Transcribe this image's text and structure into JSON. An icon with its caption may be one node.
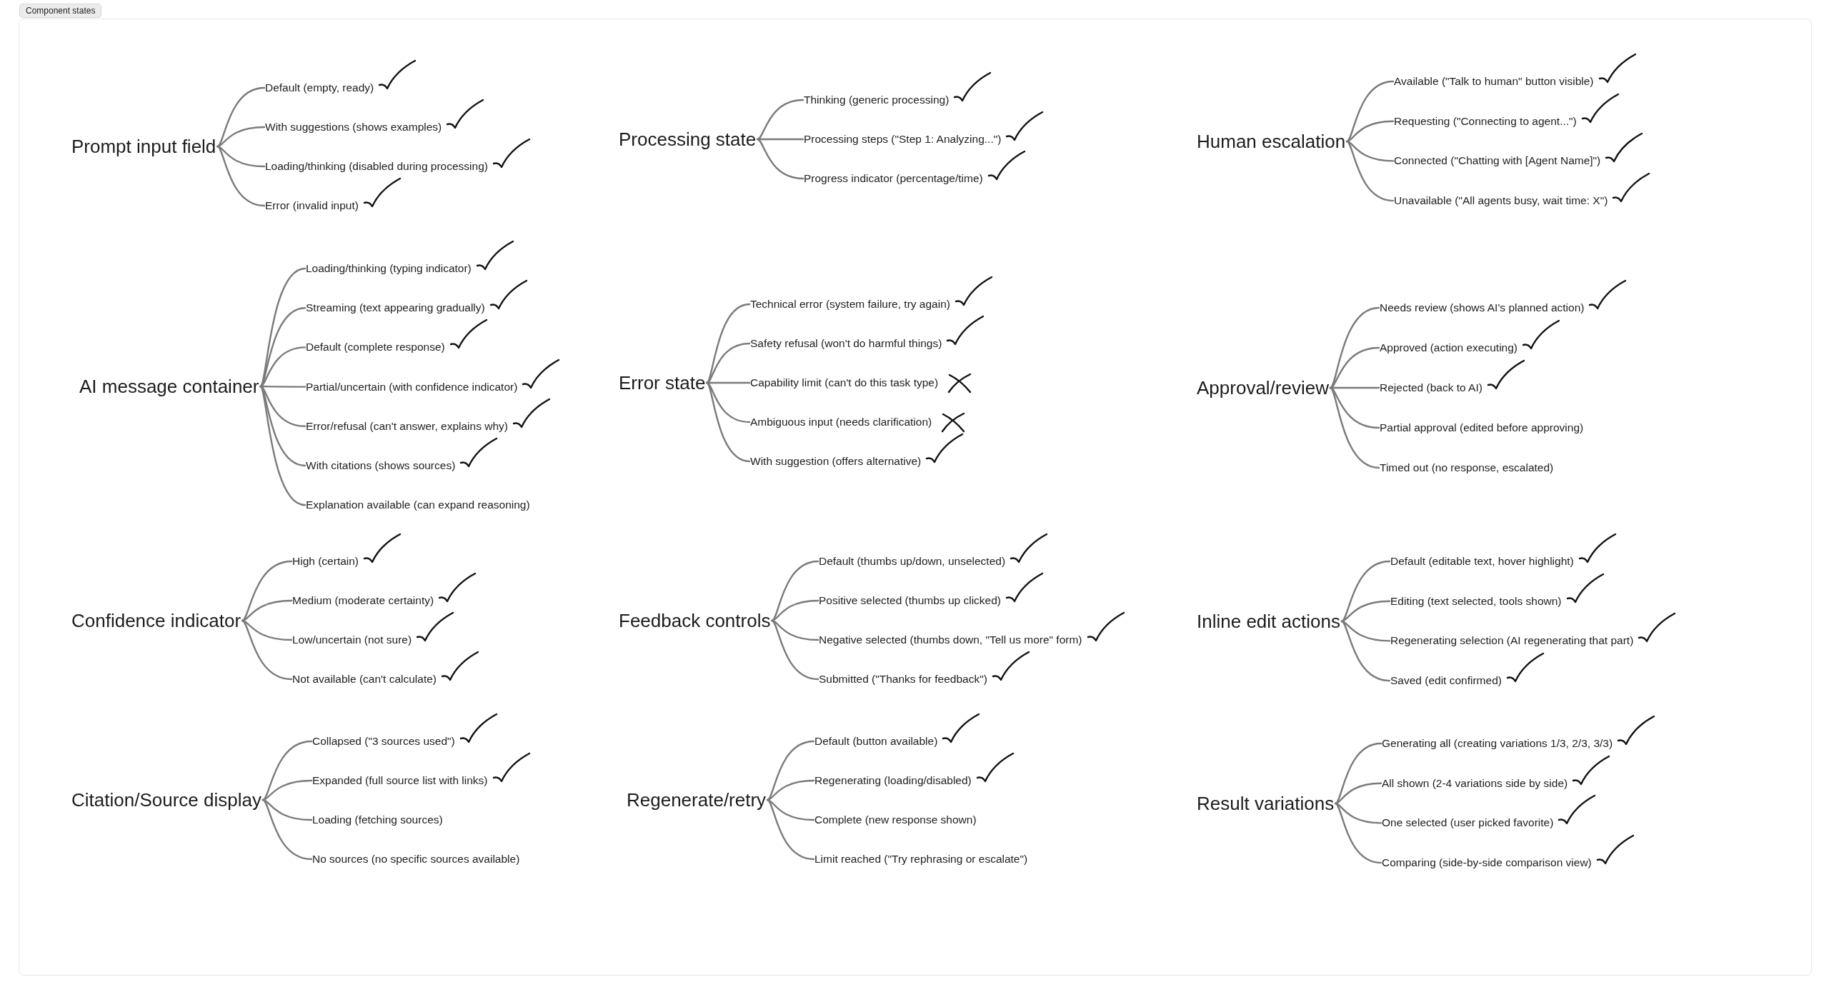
{
  "diagram": {
    "title": "Component states",
    "nodes": [
      {
        "text": [
          "Prompt input field"
        ]
      },
      {
        "text": [
          "Default (empty, ready)"
        ]
      },
      {
        "text": [
          "With suggestions (shows examples)"
        ]
      },
      {
        "text": [
          "Loading/thinking (disabled during processing)"
        ]
      },
      {
        "text": [
          "Error (invalid input)"
        ]
      },
      {
        "text": [
          "Processing state"
        ]
      },
      {
        "text": [
          "Thinking (generic processing)"
        ]
      },
      {
        "text": [
          "Processing steps (\"Step 1: Analyzing...\")"
        ]
      },
      {
        "text": [
          "Progress indicator (percentage/time)"
        ]
      },
      {
        "text": [
          "Human escalation"
        ]
      },
      {
        "text": [
          "Available (\"Talk to human\" button visible)"
        ]
      },
      {
        "text": [
          "Requesting (\"Connecting to agent...\")"
        ]
      },
      {
        "text": [
          "Connected (\"Chatting with [Agent Name]\")"
        ]
      },
      {
        "text": [
          "Unavailable (\"All agents busy, wait time: X\")"
        ]
      },
      {
        "text": [
          "AI message container"
        ]
      },
      {
        "text": [
          "Loading/thinking (typing indicator)"
        ]
      },
      {
        "text": [
          "Streaming (text appearing gradually)"
        ]
      },
      {
        "text": [
          "Default (complete response)"
        ]
      },
      {
        "text": [
          "Partial/uncertain (with confidence indicator)"
        ]
      },
      {
        "text": [
          "Error/refusal (can't answer, explains why)"
        ]
      },
      {
        "text": [
          "With citations (shows sources)"
        ]
      },
      {
        "text": [
          "Explanation available (can expand reasoning)"
        ]
      },
      {
        "text": [
          "Error state"
        ]
      },
      {
        "text": [
          "Technical error (system failure, try again)"
        ]
      },
      {
        "text": [
          "Safety refusal (won't do harmful things)"
        ]
      },
      {
        "text": [
          "Capability limit (can't do this task type)"
        ]
      },
      {
        "text": [
          "Ambiguous input (needs clarification)"
        ]
      },
      {
        "text": [
          "With suggestion (offers alternative)"
        ]
      },
      {
        "text": [
          "Approval/review"
        ]
      },
      {
        "text": [
          "Needs review (shows AI's planned action)"
        ]
      },
      {
        "text": [
          "Approved (action executing)"
        ]
      },
      {
        "text": [
          "Rejected (back to AI)"
        ]
      },
      {
        "text": [
          "Partial approval (edited before approving)"
        ]
      },
      {
        "text": [
          "Timed out (no response, escalated)"
        ]
      },
      {
        "text": [
          "Confidence indicator"
        ]
      },
      {
        "text": [
          "High (certain)"
        ]
      },
      {
        "text": [
          "Medium (moderate certainty)"
        ]
      },
      {
        "text": [
          "Low/uncertain (not sure)"
        ]
      },
      {
        "text": [
          "Not available (can't calculate)"
        ]
      },
      {
        "text": [
          "Feedback controls"
        ]
      },
      {
        "text": [
          "Default (thumbs up/down, unselected)"
        ]
      },
      {
        "text": [
          "Positive selected (thumbs up clicked)"
        ]
      },
      {
        "text": [
          "Negative selected (thumbs down, \"Tell us more\" form)"
        ]
      },
      {
        "text": [
          "Submitted (\"Thanks for feedback\")"
        ]
      },
      {
        "text": [
          "Inline edit actions"
        ]
      },
      {
        "text": [
          "Default (editable text, hover highlight)"
        ]
      },
      {
        "text": [
          "Editing (text selected, tools shown)"
        ]
      },
      {
        "text": [
          "Regenerating selection (AI regenerating that part)"
        ]
      },
      {
        "text": [
          "Saved (edit confirmed)"
        ]
      },
      {
        "text": [
          "Citation/Source display"
        ]
      },
      {
        "text": [
          "Collapsed (\"3 sources used\")"
        ]
      },
      {
        "text": [
          "Expanded (full source list with links)"
        ]
      },
      {
        "text": [
          "Loading (fetching sources)"
        ]
      },
      {
        "text": [
          "No sources (no specific sources available)"
        ]
      },
      {
        "text": [
          "Regenerate/retry"
        ]
      },
      {
        "text": [
          "Default (button available)"
        ]
      },
      {
        "text": [
          "Regenerating (loading/disabled)"
        ]
      },
      {
        "text": [
          "Complete (new response shown)"
        ]
      },
      {
        "text": [
          "Limit reached (\"Try rephrasing or escalate\")"
        ]
      },
      {
        "text": [
          "Result variations"
        ]
      },
      {
        "text": [
          "Generating all (creating variations 1/3, 2/3, 3/3)"
        ]
      },
      {
        "text": [
          "All shown (2-4 variations side by side)"
        ]
      },
      {
        "text": [
          "One selected (user picked favorite)"
        ]
      },
      {
        "text": [
          "Comparing (side-by-side comparison view)"
        ]
      }
    ],
    "edges": [
      {
        "from": 0,
        "to": 1,
        "arrow": "none"
      },
      {
        "from": 0,
        "to": 2,
        "arrow": "none"
      },
      {
        "from": 0,
        "to": 3,
        "arrow": "none"
      },
      {
        "from": 0,
        "to": 4,
        "arrow": "none"
      },
      {
        "from": 5,
        "to": 6,
        "arrow": "none"
      },
      {
        "from": 5,
        "to": 7,
        "arrow": "none"
      },
      {
        "from": 5,
        "to": 8,
        "arrow": "none"
      },
      {
        "from": 9,
        "to": 10,
        "arrow": "none"
      },
      {
        "from": 9,
        "to": 11,
        "arrow": "none"
      },
      {
        "from": 9,
        "to": 12,
        "arrow": "none"
      },
      {
        "from": 9,
        "to": 13,
        "arrow": "none"
      },
      {
        "from": 14,
        "to": 15,
        "arrow": "none"
      },
      {
        "from": 14,
        "to": 16,
        "arrow": "none"
      },
      {
        "from": 14,
        "to": 17,
        "arrow": "none"
      },
      {
        "from": 14,
        "to": 18,
        "arrow": "none"
      },
      {
        "from": 14,
        "to": 19,
        "arrow": "none"
      },
      {
        "from": 14,
        "to": 20,
        "arrow": "none"
      },
      {
        "from": 14,
        "to": 21,
        "arrow": "none"
      },
      {
        "from": 22,
        "to": 23,
        "arrow": "none"
      },
      {
        "from": 22,
        "to": 24,
        "arrow": "none"
      },
      {
        "from": 22,
        "to": 25,
        "arrow": "none"
      },
      {
        "from": 22,
        "to": 26,
        "arrow": "none"
      },
      {
        "from": 22,
        "to": 27,
        "arrow": "none"
      },
      {
        "from": 28,
        "to": 29,
        "arrow": "none"
      },
      {
        "from": 28,
        "to": 30,
        "arrow": "none"
      },
      {
        "from": 28,
        "to": 31,
        "arrow": "none"
      },
      {
        "from": 28,
        "to": 32,
        "arrow": "none"
      },
      {
        "from": 28,
        "to": 33,
        "arrow": "none"
      },
      {
        "from": 34,
        "to": 35,
        "arrow": "none"
      },
      {
        "from": 34,
        "to": 36,
        "arrow": "none"
      },
      {
        "from": 34,
        "to": 37,
        "arrow": "none"
      },
      {
        "from": 34,
        "to": 38,
        "arrow": "none"
      },
      {
        "from": 39,
        "to": 40,
        "arrow": "none"
      },
      {
        "from": 39,
        "to": 41,
        "arrow": "none"
      },
      {
        "from": 39,
        "to": 42,
        "arrow": "none"
      },
      {
        "from": 39,
        "to": 43,
        "arrow": "none"
      },
      {
        "from": 44,
        "to": 45,
        "arrow": "none"
      },
      {
        "from": 44,
        "to": 46,
        "arrow": "none"
      },
      {
        "from": 44,
        "to": 47,
        "arrow": "none"
      },
      {
        "from": 44,
        "to": 48,
        "arrow": "none"
      },
      {
        "from": 49,
        "to": 50,
        "arrow": "none"
      },
      {
        "from": 49,
        "to": 51,
        "arrow": "none"
      },
      {
        "from": 49,
        "to": 52,
        "arrow": "none"
      },
      {
        "from": 49,
        "to": 53,
        "arrow": "none"
      },
      {
        "from": 54,
        "to": 55,
        "arrow": "none"
      },
      {
        "from": 54,
        "to": 56,
        "arrow": "none"
      },
      {
        "from": 54,
        "to": 57,
        "arrow": "none"
      },
      {
        "from": 54,
        "to": 58,
        "arrow": "none"
      },
      {
        "from": 59,
        "to": 60,
        "arrow": "none"
      },
      {
        "from": 59,
        "to": 61,
        "arrow": "none"
      },
      {
        "from": 59,
        "to": 62,
        "arrow": "none"
      },
      {
        "from": 59,
        "to": 63,
        "arrow": "none"
      }
    ]
  }
}
